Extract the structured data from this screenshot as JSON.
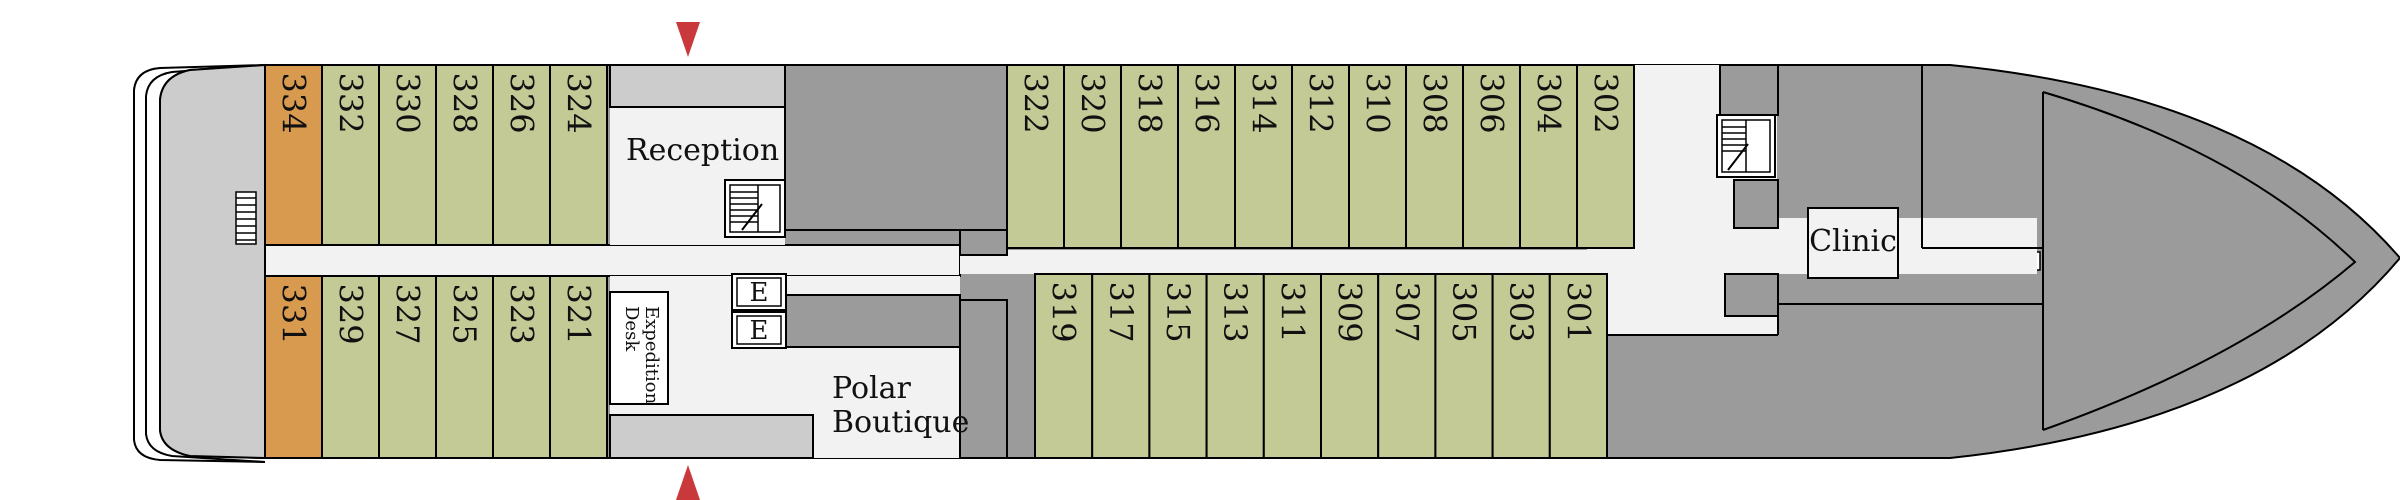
{
  "colors": {
    "cabin": "#c3ca96",
    "suite": "#d89a4f",
    "service": "#9b9b9b",
    "hull_gray": "#cccccc",
    "corridor": "#f2f2f2",
    "outline": "#000000",
    "gangway_arrow": "#c9383a"
  },
  "cabins": {
    "upper_aft": [
      {
        "number": "334",
        "type": "suite"
      },
      {
        "number": "332",
        "type": "standard"
      },
      {
        "number": "330",
        "type": "standard"
      },
      {
        "number": "328",
        "type": "standard"
      },
      {
        "number": "326",
        "type": "standard"
      },
      {
        "number": "324",
        "type": "standard"
      }
    ],
    "lower_aft": [
      {
        "number": "331",
        "type": "suite"
      },
      {
        "number": "329",
        "type": "standard"
      },
      {
        "number": "327",
        "type": "standard"
      },
      {
        "number": "325",
        "type": "standard"
      },
      {
        "number": "323",
        "type": "standard"
      },
      {
        "number": "321",
        "type": "standard"
      }
    ],
    "upper_fwd": [
      {
        "number": "322",
        "type": "standard"
      },
      {
        "number": "320",
        "type": "standard"
      },
      {
        "number": "318",
        "type": "standard"
      },
      {
        "number": "316",
        "type": "standard"
      },
      {
        "number": "314",
        "type": "standard"
      },
      {
        "number": "312",
        "type": "standard"
      },
      {
        "number": "310",
        "type": "standard"
      },
      {
        "number": "308",
        "type": "standard"
      },
      {
        "number": "306",
        "type": "standard"
      },
      {
        "number": "304",
        "type": "standard"
      },
      {
        "number": "302",
        "type": "standard"
      }
    ],
    "lower_fwd": [
      {
        "number": "319",
        "type": "standard"
      },
      {
        "number": "317",
        "type": "standard"
      },
      {
        "number": "315",
        "type": "standard"
      },
      {
        "number": "313",
        "type": "standard"
      },
      {
        "number": "311",
        "type": "standard"
      },
      {
        "number": "309",
        "type": "standard"
      },
      {
        "number": "307",
        "type": "standard"
      },
      {
        "number": "305",
        "type": "standard"
      },
      {
        "number": "303",
        "type": "standard"
      },
      {
        "number": "301",
        "type": "standard"
      }
    ]
  },
  "rooms": {
    "reception": "Reception",
    "expedition_desk_line1": "Expedition",
    "expedition_desk_line2": "Desk",
    "boutique_line1": "Polar",
    "boutique_line2": "Boutique",
    "clinic": "Clinic"
  },
  "elevators": {
    "upper": "E",
    "lower": "E"
  },
  "icons": [
    "gangway-arrow-icon",
    "staircase-icon"
  ]
}
